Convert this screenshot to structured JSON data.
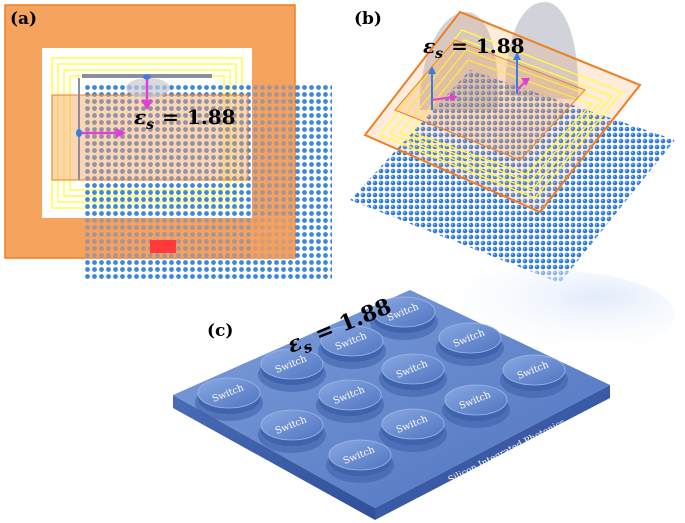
{
  "panels": {
    "a": {
      "label": "(a)"
    },
    "b": {
      "label": "(b)"
    },
    "c": {
      "label": "(c)"
    }
  },
  "epsilon": {
    "symbol": "ε",
    "subscript": "s",
    "equals": "=",
    "value": "1.88"
  },
  "chip": {
    "switch_label": "Switch",
    "substrate_label": "Silicon Integrated Photonics",
    "switch_count": 12
  },
  "colors": {
    "orange": "#f4a15c",
    "orange_edge": "#f07d1e",
    "dots": "#3f86e0",
    "yellow": "#ffff44",
    "magenta": "#e23fd6",
    "chip_blue": "#5b82c9",
    "red_mark": "#ff3a3a"
  }
}
